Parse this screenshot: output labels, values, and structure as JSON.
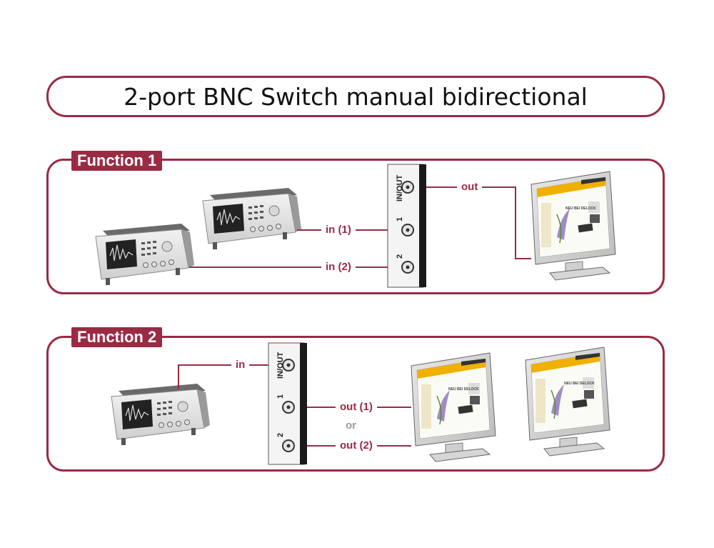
{
  "title": "2-port BNC Switch manual bidirectional",
  "function1": {
    "tag": "Function 1",
    "labels": {
      "in1": "in (1)",
      "in2": "in (2)",
      "out": "out"
    },
    "ports": {
      "inout": "IN/OUT",
      "p1": "1",
      "p2": "2"
    }
  },
  "function2": {
    "tag": "Function 2",
    "labels": {
      "in": "in",
      "out1": "out (1)",
      "or": "or",
      "out2": "out (2)"
    },
    "ports": {
      "inout": "IN/OUT",
      "p1": "1",
      "p2": "2"
    }
  },
  "monitor_screen_text": "NEU BEI DELOCK",
  "colors": {
    "accent": "#9b2a45",
    "screen_header": "#f0b000"
  }
}
